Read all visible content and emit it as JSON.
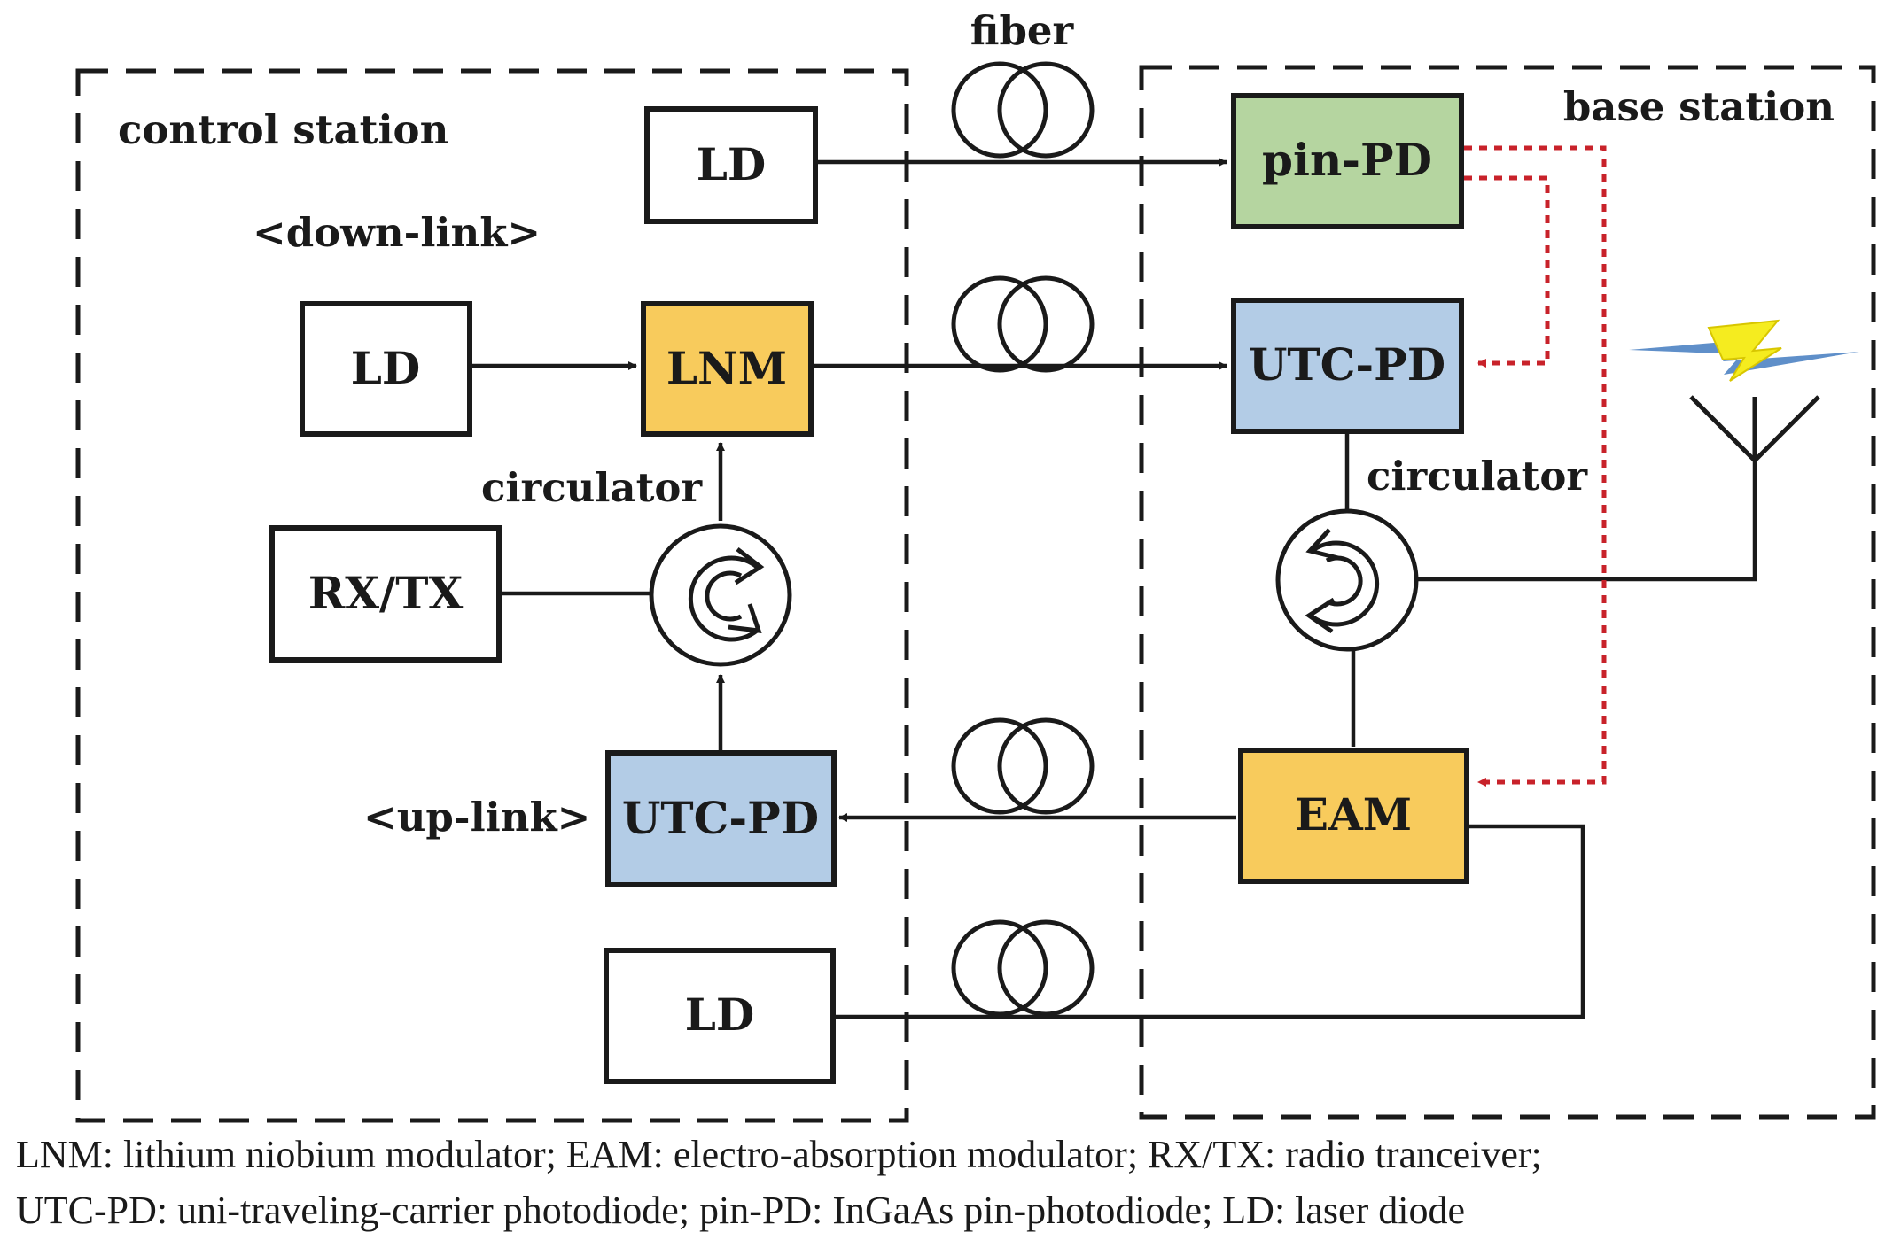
{
  "regions": {
    "control_station": "control station",
    "base_station": "base station",
    "fiber": "fiber",
    "down_link": "<down-link>",
    "up_link": "<up-link>"
  },
  "blocks": {
    "ld_top": "LD",
    "ld_mid": "LD",
    "lnm": "LNM",
    "rxtx": "RX/TX",
    "utcpd_left": "UTC-PD",
    "ld_bottom": "LD",
    "pinpd": "pin-PD",
    "utcpd_right": "UTC-PD",
    "eam": "EAM"
  },
  "circulators": {
    "left": "circulator",
    "right": "circulator"
  },
  "legend": {
    "line1": "LNM: lithium niobium modulator; EAM: electro-absorption modulator; RX/TX: radio tranceiver;",
    "line2": "UTC-PD: uni-traveling-carrier photodiode; pin-PD: InGaAs pin-photodiode; LD: laser diode"
  },
  "colors": {
    "white_box": "#ffffff",
    "pinpd_fill": "#b5d5a0",
    "blue_fill": "#b3cce6",
    "yellow_fill": "#f8cb5c",
    "red_link": "#c8222a",
    "lightning_yellow": "#f5ec1f",
    "lightning_blue": "#5f8fc9"
  },
  "icons": [
    "fiber-coil-icon",
    "circulator-icon",
    "antenna-icon",
    "lightning-icon",
    "arrow-icon"
  ]
}
